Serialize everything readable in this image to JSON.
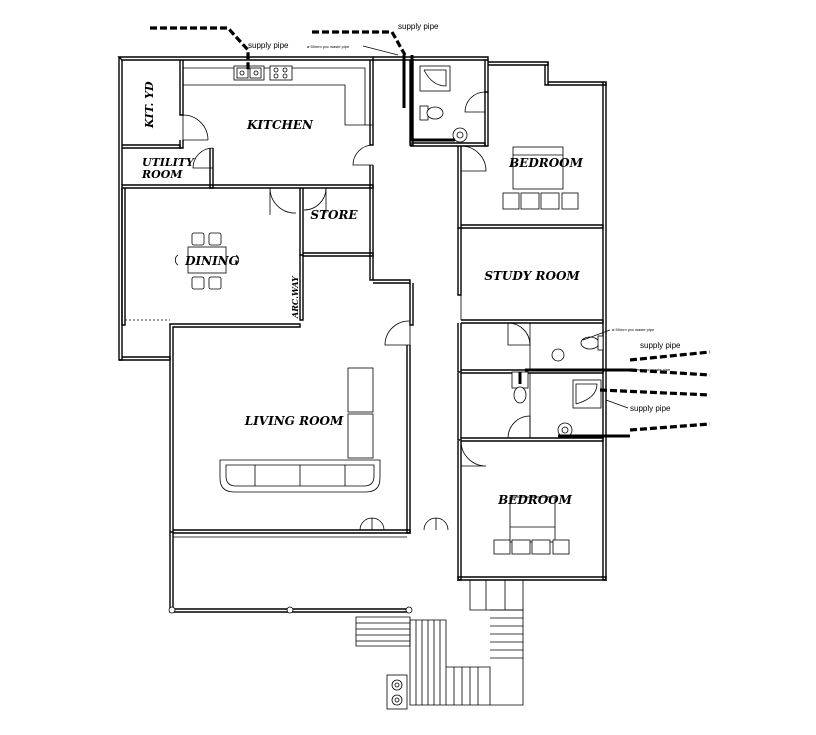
{
  "rooms": {
    "kitchen": "KITCHEN",
    "kit_yd": "KIT. YD",
    "utility_line1": "UTILITY",
    "utility_line2": "ROOM",
    "store": "STORE",
    "dining": "DINING",
    "arc_way": "ARC.WAY",
    "living_room": "LIVING ROOM",
    "bedroom_top": "BEDROOM",
    "study_room": "STUDY ROOM",
    "bedroom_bottom": "BEDROOM"
  },
  "annotations": {
    "supply_pipe_kitchen": "supply pipe",
    "supply_pipe_top": "supply pipe",
    "supply_pipe_bath_1": "supply pipe",
    "supply_pipe_bath_2": "supply pipe",
    "pipe_note_top": "ø 50mm pvc waste pipe",
    "pipe_note_bath_1": "ø 50mm pvc waste pipe",
    "pipe_note_bath_2": "ø 50mm pvc waste pipe"
  }
}
